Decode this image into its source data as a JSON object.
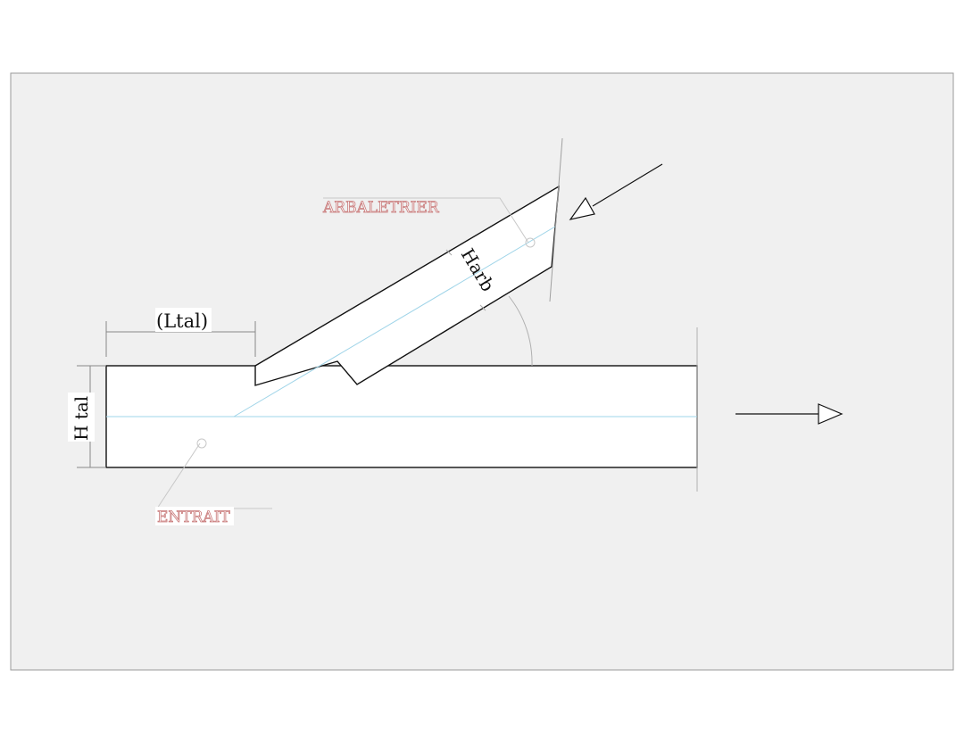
{
  "labels": {
    "arbaletrier": "ARBALETRIER",
    "entrait": "ENTRAIT",
    "harb": "Harb",
    "ltal": "(Ltal)",
    "htal": "H tal"
  },
  "colors": {
    "sheet_background": "#f0f0f0",
    "outline": "#111111",
    "center_line": "#9fd4e8",
    "leader_line": "#c8c8c8",
    "part_label": "#c87878",
    "dimension_line": "#888888"
  },
  "icons": {
    "incoming_force": "arrow-down-left-icon",
    "outgoing_force": "arrow-right-icon"
  }
}
